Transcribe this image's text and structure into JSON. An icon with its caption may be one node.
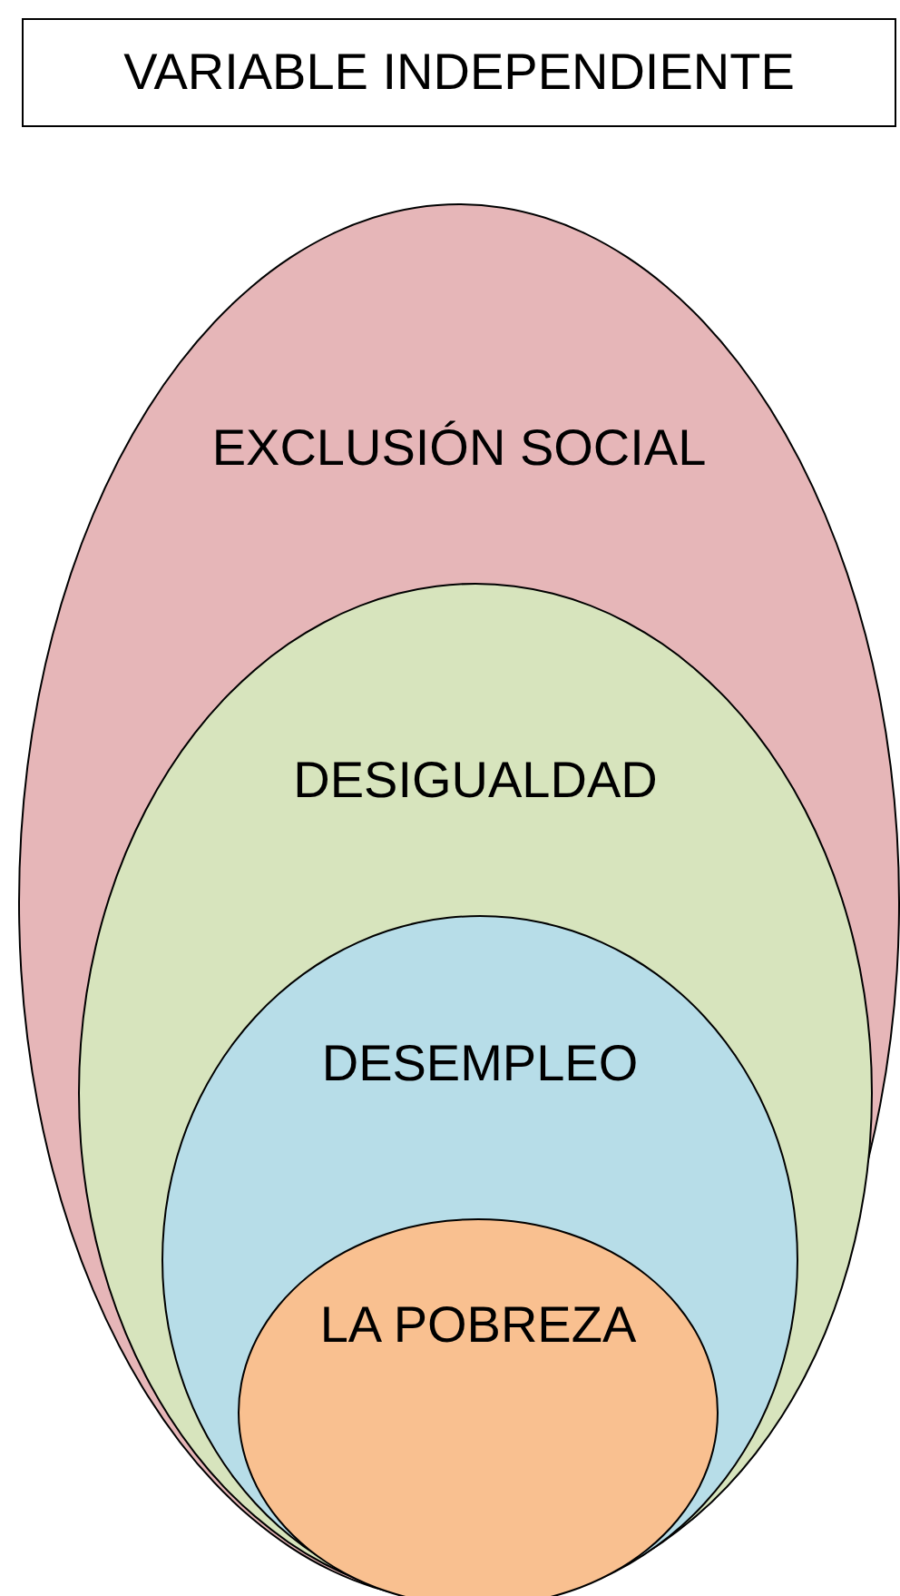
{
  "diagram": {
    "nodes": [
      {
        "text": [
          "VARIABLE INDEPENDIENTE"
        ]
      },
      {
        "text": [
          "EXCLUSIÓN SOCIAL"
        ]
      },
      {
        "text": [
          "DESIGUALDAD"
        ],
        "in": 1
      },
      {
        "text": [
          "DESEMPLEO"
        ],
        "in": 2
      },
      {
        "text": [
          "LA POBREZA"
        ],
        "in": 3
      }
    ]
  }
}
